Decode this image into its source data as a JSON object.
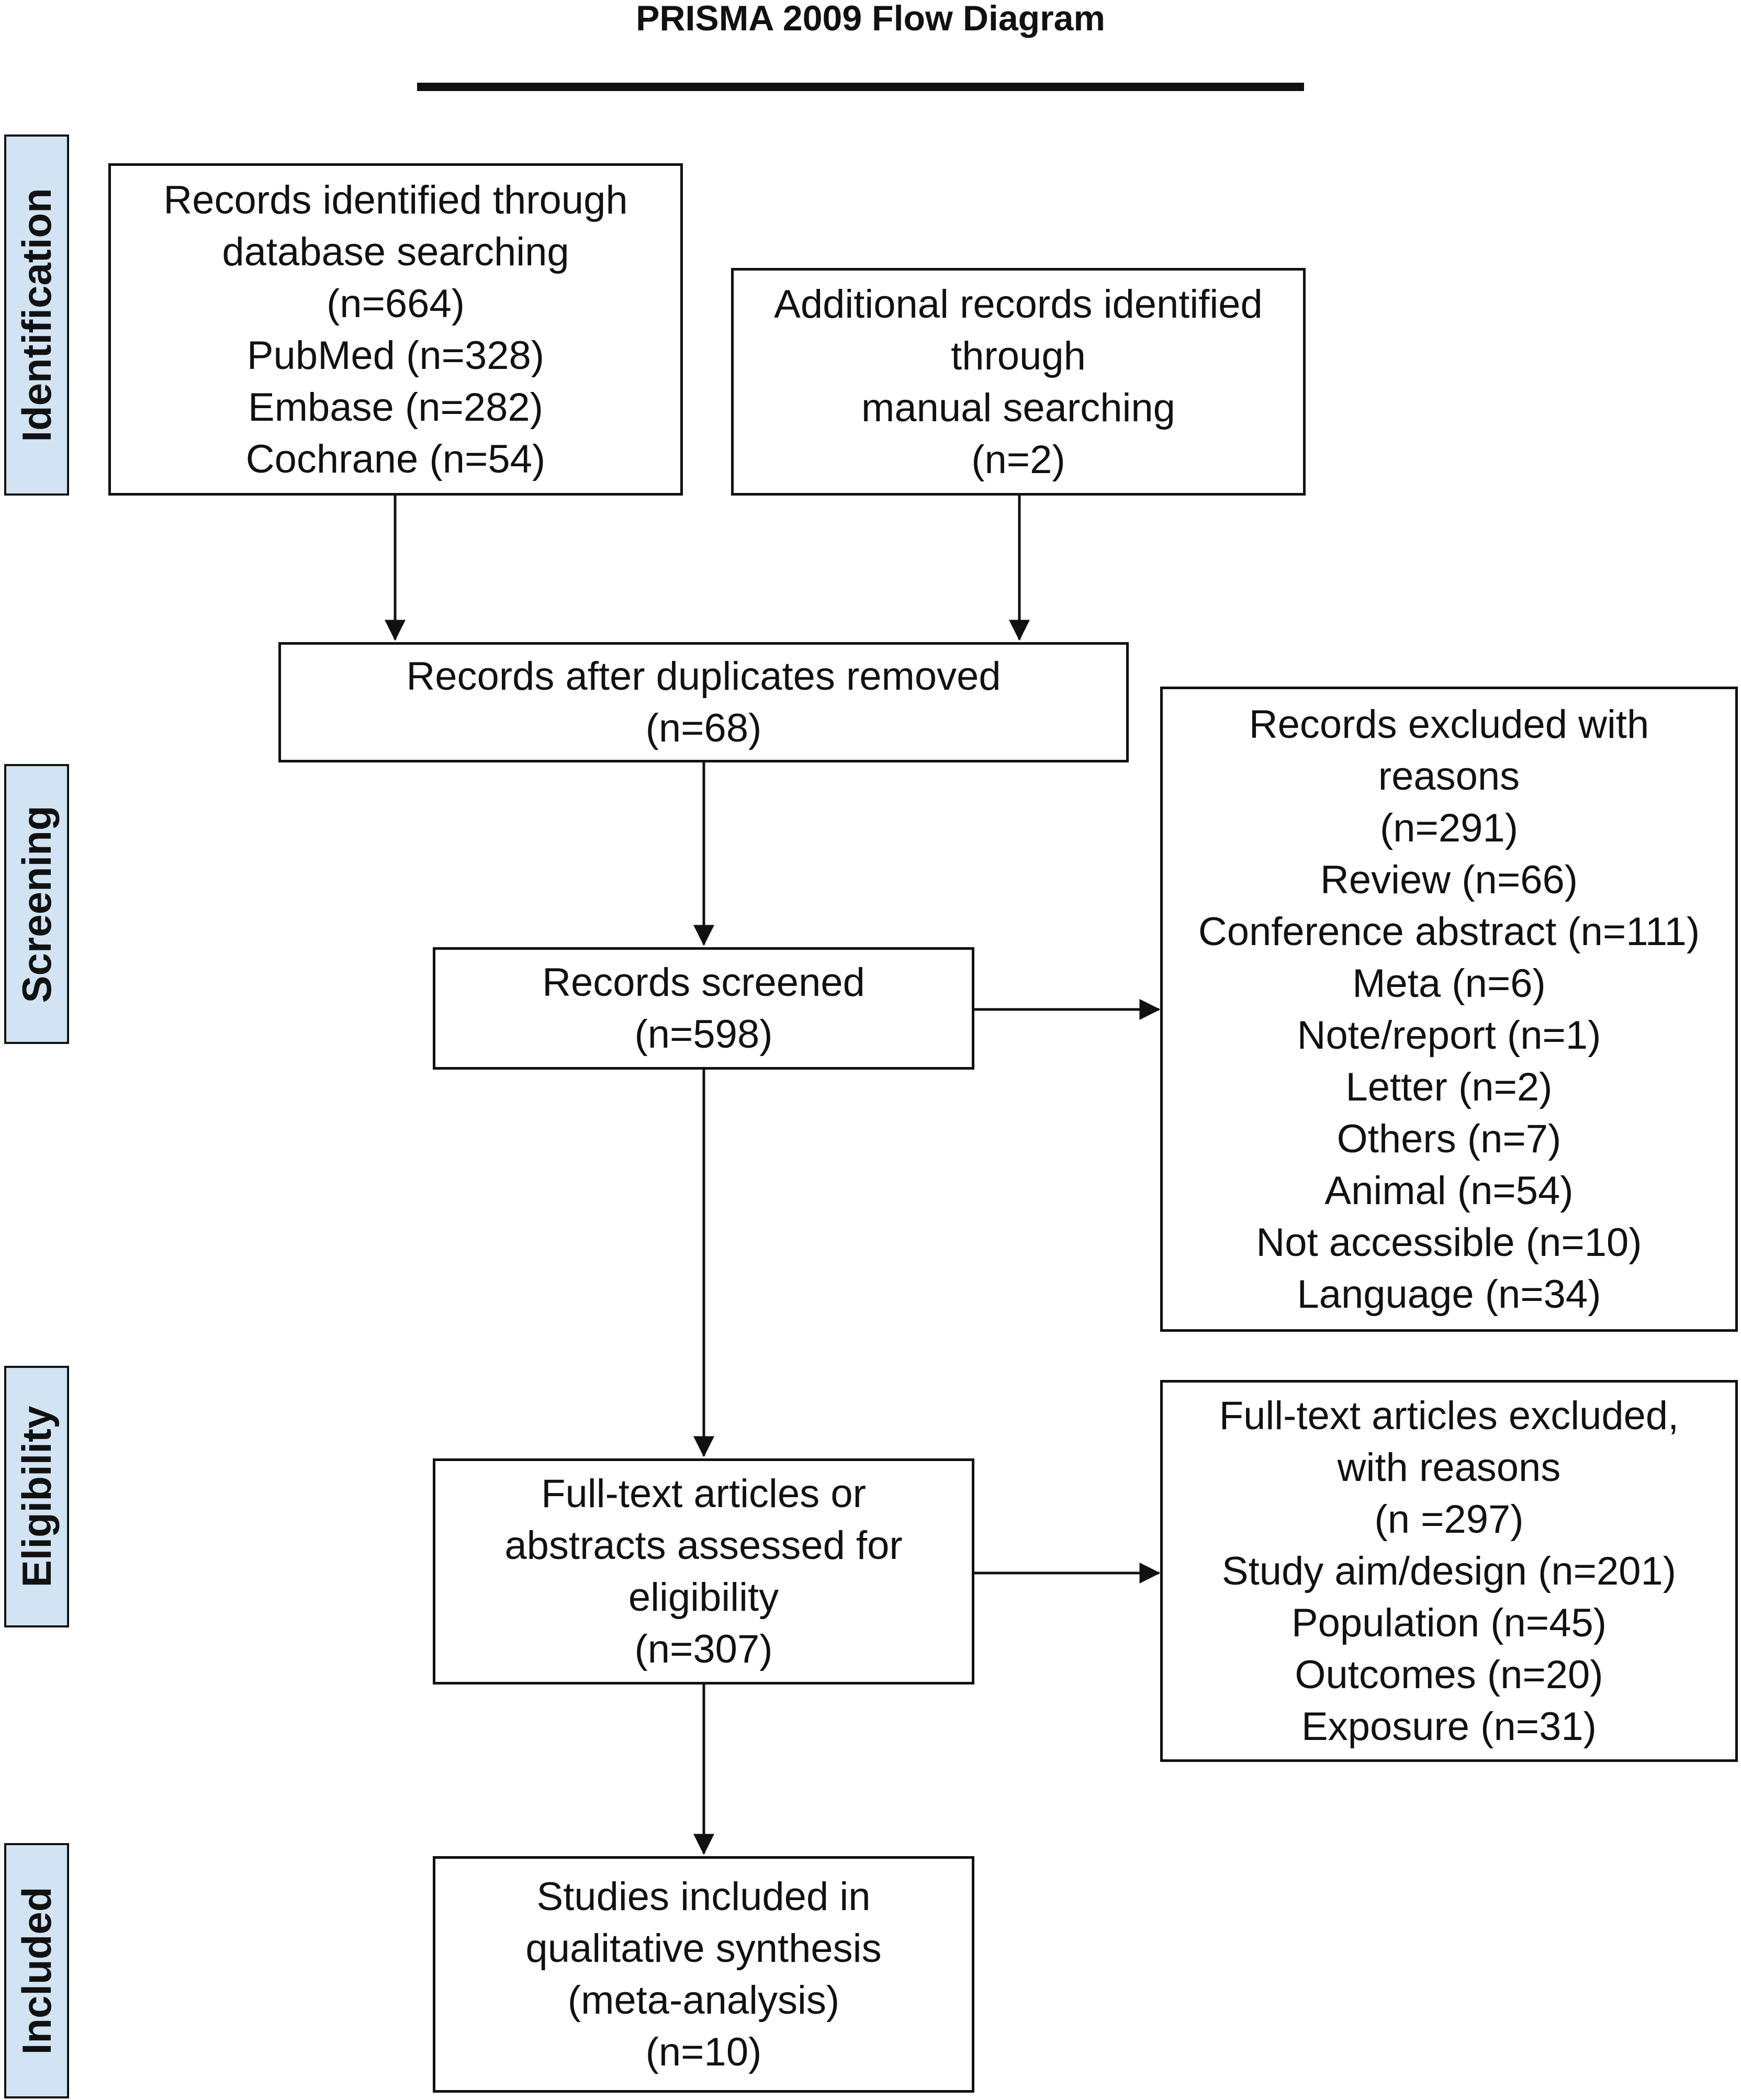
{
  "title": "PRISMA 2009 Flow Diagram",
  "phases": {
    "identification": "Identification",
    "screening": "Screening",
    "eligibility": "Eligibility",
    "included": "Included"
  },
  "boxes": {
    "database_search": {
      "lines": [
        "Records identified through",
        "database searching",
        "(n=664)",
        "PubMed (n=328)",
        "Embase (n=282)",
        "Cochrane (n=54)"
      ],
      "count": 664
    },
    "manual_search": {
      "lines": [
        "Additional records identified",
        "through",
        "manual searching",
        "(n=2)"
      ],
      "count": 2
    },
    "after_duplicates": {
      "lines": [
        "Records after duplicates removed",
        "(n=68)"
      ],
      "count": 68
    },
    "screened": {
      "lines": [
        "Records screened",
        "(n=598)"
      ],
      "count": 598
    },
    "excluded_records": {
      "lines": [
        "Records excluded with",
        "reasons",
        "(n=291)",
        "Review (n=66)",
        "Conference abstract (n=111)",
        "Meta (n=6)",
        "Note/report (n=1)",
        "Letter (n=2)",
        "Others (n=7)",
        "Animal (n=54)",
        "Not accessible (n=10)",
        "Language (n=34)"
      ],
      "count": 291
    },
    "full_text": {
      "lines": [
        "Full-text articles or",
        "abstracts assessed for",
        "eligibility",
        "(n=307)"
      ],
      "count": 307
    },
    "excluded_full_text": {
      "lines": [
        "Full-text articles excluded,",
        "with reasons",
        "(n =297)",
        "Study aim/design (n=201)",
        "Population (n=45)",
        "Outcomes (n=20)",
        "Exposure (n=31)"
      ],
      "count": 297
    },
    "included": {
      "lines": [
        "Studies included in",
        "qualitative synthesis",
        "(meta-analysis)",
        "(n=10)"
      ],
      "count": 10
    }
  },
  "arrow_color": "#111111",
  "phase_fill_color": "#d2e4f3"
}
